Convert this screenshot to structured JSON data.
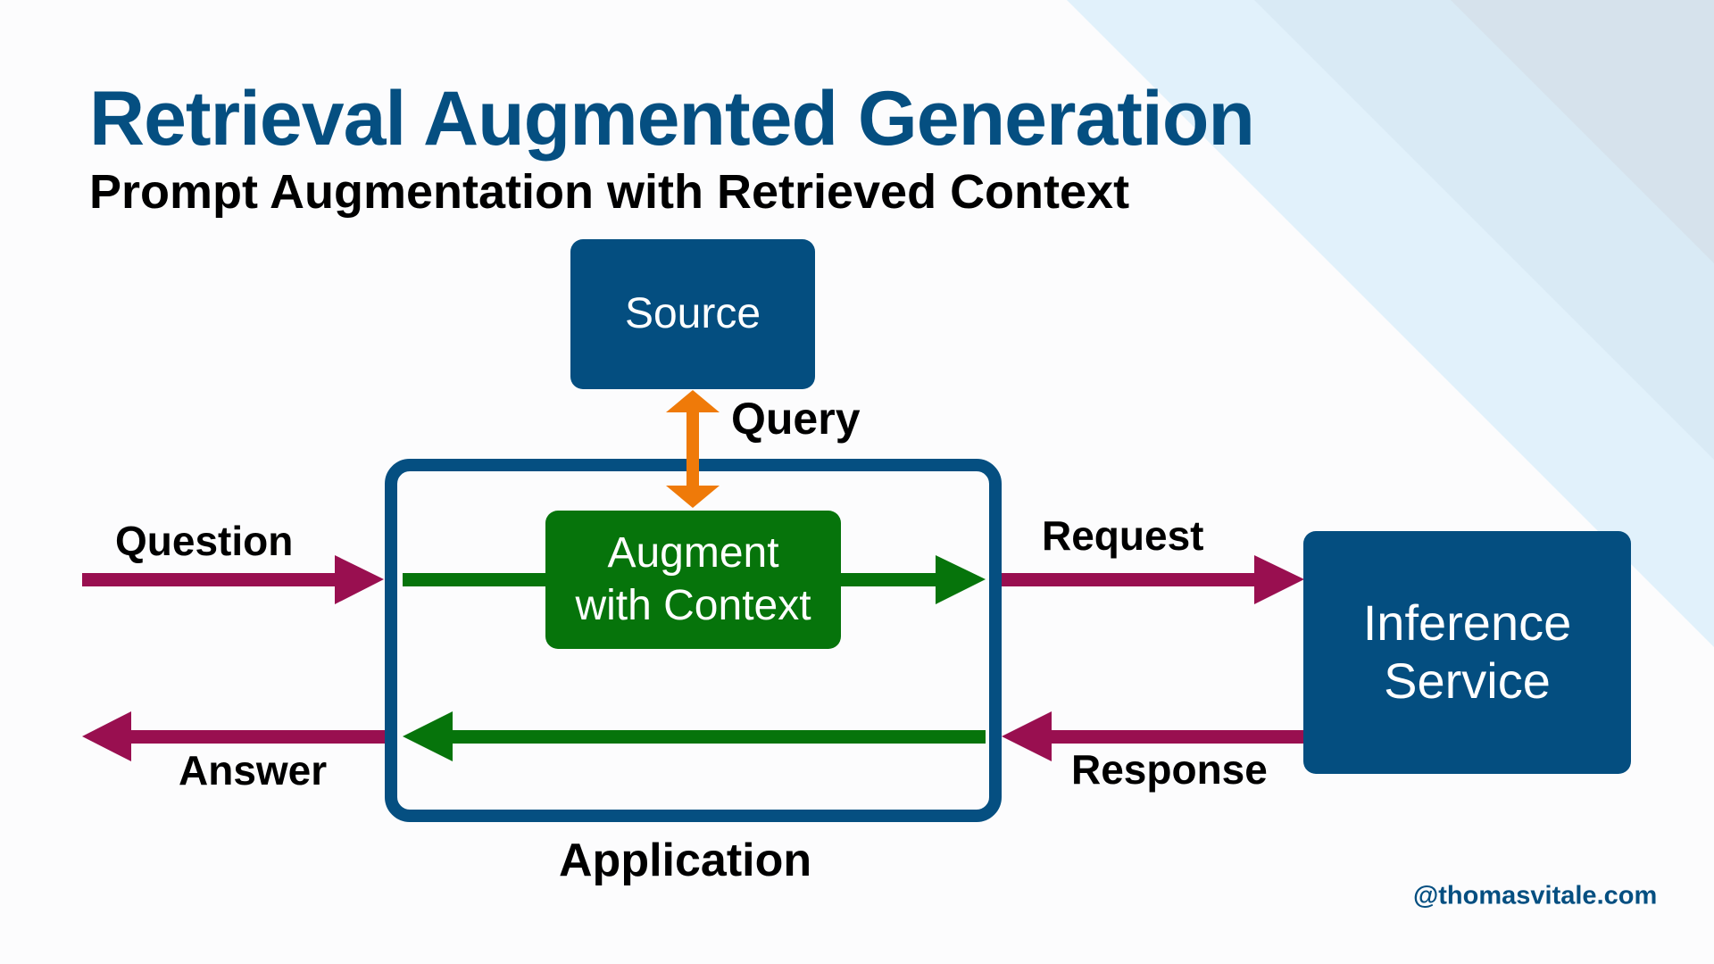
{
  "slide": {
    "title": "Retrieval Augmented Generation",
    "subtitle": "Prompt Augmentation with Retrieved Context",
    "footer": "@thomasvitale.com"
  },
  "nodes": {
    "source": "Source",
    "augment": "Augment\nwith Context",
    "inference": "Inference\nService",
    "application": "Application"
  },
  "edges": {
    "query": "Query",
    "question": "Question",
    "answer": "Answer",
    "request": "Request",
    "response": "Response"
  },
  "colors": {
    "brand_blue": "#044e80",
    "augment_green": "#06740b",
    "external_arrow": "#990f50",
    "internal_arrow": "#06740b",
    "query_arrow": "#ef7a09",
    "background": "#fcfcfd",
    "stripe_light": "#e1f1fb",
    "stripe_mid": "#d9eaf5",
    "stripe_dark": "#d6e2ec"
  }
}
